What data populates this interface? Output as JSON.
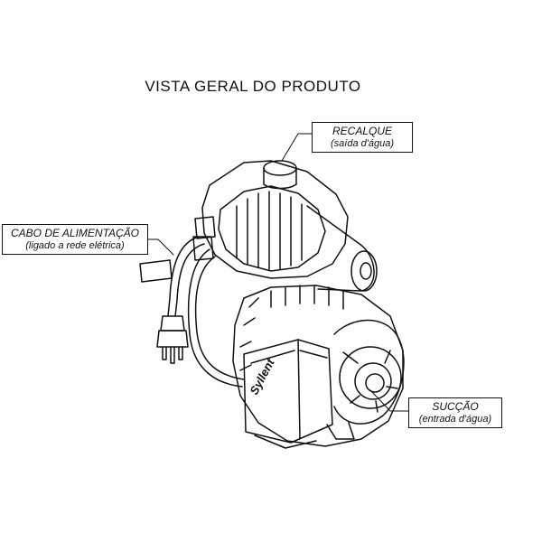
{
  "title": "VISTA GERAL DO PRODUTO",
  "callouts": {
    "recalque": {
      "label": "RECALQUE",
      "sublabel": "(saída d'água)"
    },
    "cabo": {
      "label": "CABO DE ALIMENTAÇÃO",
      "sublabel": "(ligado a rede elétrica)"
    },
    "succao": {
      "label": "SUCÇÃO",
      "sublabel": "(entrada d'água)"
    }
  },
  "brand": "Syllent",
  "colors": {
    "line": "#111111",
    "background": "#ffffff"
  }
}
